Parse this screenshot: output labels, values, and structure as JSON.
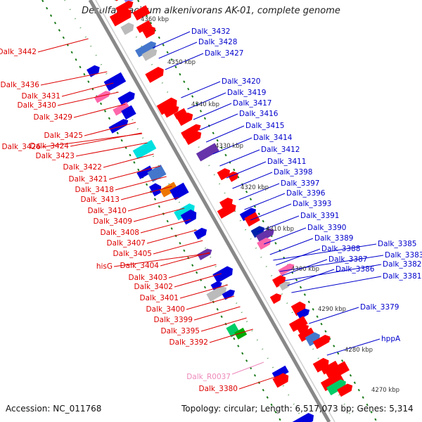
{
  "title": "Desulfatibacillum alkenivorans AK-01, complete genome",
  "accession": "Accession: NC_011768",
  "genome_info": "Topology: circular; Length: 6,517,073 bp; Genes: 5,314",
  "colors": {
    "backbone": "#888888",
    "forward_label": "#0000cc",
    "reverse_label": "#dd0000",
    "rna_label": "#ee88bb",
    "tick": "#1a7a1a"
  },
  "scale_labels": [
    "4360 kbp",
    "4350 kbp",
    "4340 kbp",
    "4330 kbp",
    "4320 kbp",
    "4310 kbp",
    "4300 kbp",
    "4290 kbp",
    "4280 kbp",
    "4270 kbp"
  ],
  "forward_genes": [
    "Dalk_3432",
    "Dalk_3428",
    "Dalk_3427",
    "Dalk_3420",
    "Dalk_3419",
    "Dalk_3417",
    "Dalk_3416",
    "Dalk_3415",
    "Dalk_3414",
    "Dalk_3412",
    "Dalk_3411",
    "Dalk_3398",
    "Dalk_3397",
    "Dalk_3396",
    "Dalk_3393",
    "Dalk_3391",
    "Dalk_3390",
    "Dalk_3389",
    "Dalk_3388",
    "Dalk_3387",
    "Dalk_3386",
    "Dalk_3385",
    "Dalk_3383",
    "Dalk_3382",
    "Dalk_3381",
    "Dalk_3379",
    "hppA"
  ],
  "reverse_genes": [
    "Dalk_3442",
    "Dalk_3436",
    "Dalk_3431",
    "Dalk_3430",
    "Dalk_3429",
    "Dalk_3425",
    "Dalk_3426",
    "Dalk_3424",
    "Dalk_3423",
    "Dalk_3422",
    "Dalk_3421",
    "Dalk_3418",
    "Dalk_3413",
    "Dalk_3410",
    "Dalk_3409",
    "Dalk_3408",
    "Dalk_3407",
    "Dalk_3405",
    "hisG",
    "Dalk_3404",
    "Dalk_3403",
    "Dalk_3402",
    "Dalk_3401",
    "Dalk_3400",
    "Dalk_3399",
    "Dalk_3395",
    "Dalk_3392",
    "Dalk_3380"
  ],
  "rna_genes": [
    "Dalk_R0037"
  ]
}
